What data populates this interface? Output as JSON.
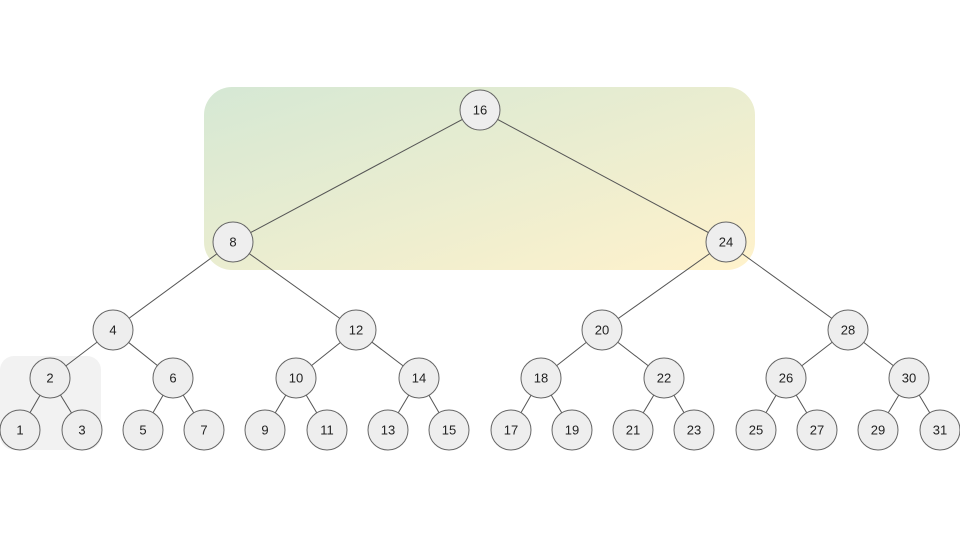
{
  "diagram": {
    "type": "binary-search-tree",
    "levels": [
      [
        "16"
      ],
      [
        "8",
        "24"
      ],
      [
        "4",
        "12",
        "20",
        "28"
      ],
      [
        "2",
        "6",
        "10",
        "14",
        "18",
        "22",
        "26",
        "30"
      ],
      [
        "1",
        "3",
        "5",
        "7",
        "9",
        "11",
        "13",
        "15",
        "17",
        "19",
        "21",
        "23",
        "25",
        "27",
        "29",
        "31"
      ]
    ],
    "colors": {
      "node_fill": "#eeeeee",
      "node_stroke": "#666666",
      "edge": "#555555",
      "highlight_gradient_start": "#d5e8d4",
      "highlight_gradient_end": "#fff2cc",
      "subtree_highlight": "#f2f2f2"
    }
  }
}
